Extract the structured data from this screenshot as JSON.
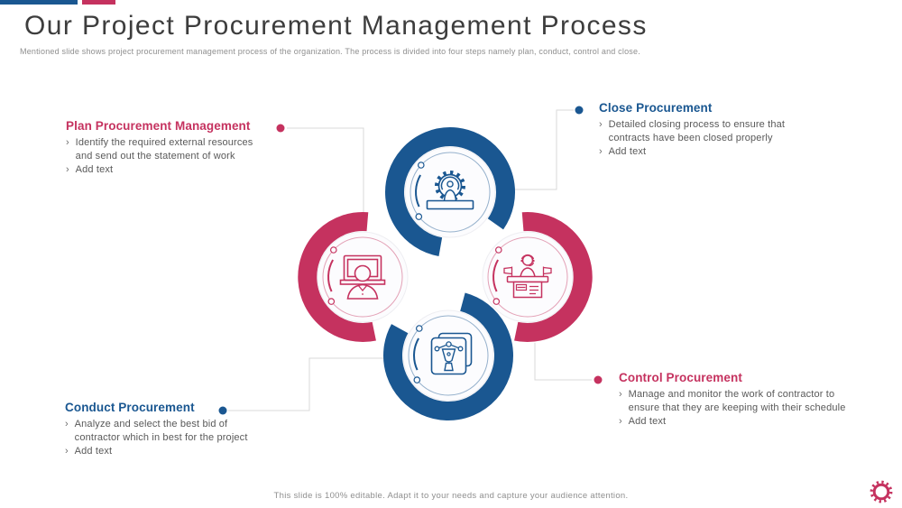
{
  "slide": {
    "title": "Our Project Procurement Management Process",
    "subtitle": "Mentioned slide shows project procurement management process of the organization. The process is divided into four steps namely plan, conduct, control and close.",
    "footer": "This slide is 100% editable. Adapt it to your needs and capture your audience attention.",
    "colors": {
      "blue": "#1A5791",
      "pink": "#C5325F",
      "connector_gray": "#D9D9D9",
      "text_gray": "#595959"
    }
  },
  "steps": {
    "plan": {
      "title": "Plan Procurement Management",
      "bullet_marker": "›",
      "bullets": [
        "Identify the required external resources\nand send out the statement of work",
        "Add text"
      ]
    },
    "close": {
      "title": "Close Procurement",
      "bullet_marker": "›",
      "bullets": [
        "Detailed closing process to ensure that\ncontracts have been closed properly",
        "Add text"
      ]
    },
    "conduct": {
      "title": "Conduct Procurement",
      "bullet_marker": "›",
      "bullets": [
        "Analyze and select the best bid of\ncontractor which in best for the project",
        "Add text"
      ]
    },
    "control": {
      "title": "Control Procurement",
      "bullet_marker": "›",
      "bullets": [
        "Manage and monitor the work of contractor to\nensure that they are keeping with their schedule",
        "Add text"
      ]
    }
  },
  "diagram": {
    "circles": [
      {
        "step": "plan",
        "ring_color": "#C5325F",
        "icon": "video-conference-person-icon"
      },
      {
        "step": "close",
        "ring_color": "#1A5791",
        "icon": "gear-worker-icon"
      },
      {
        "step": "conduct",
        "ring_color": "#1A5791",
        "icon": "pen-tool-pages-icon"
      },
      {
        "step": "control",
        "ring_color": "#C5325F",
        "icon": "manager-at-desk-icon"
      }
    ],
    "corner_icon": "gear-icon"
  }
}
